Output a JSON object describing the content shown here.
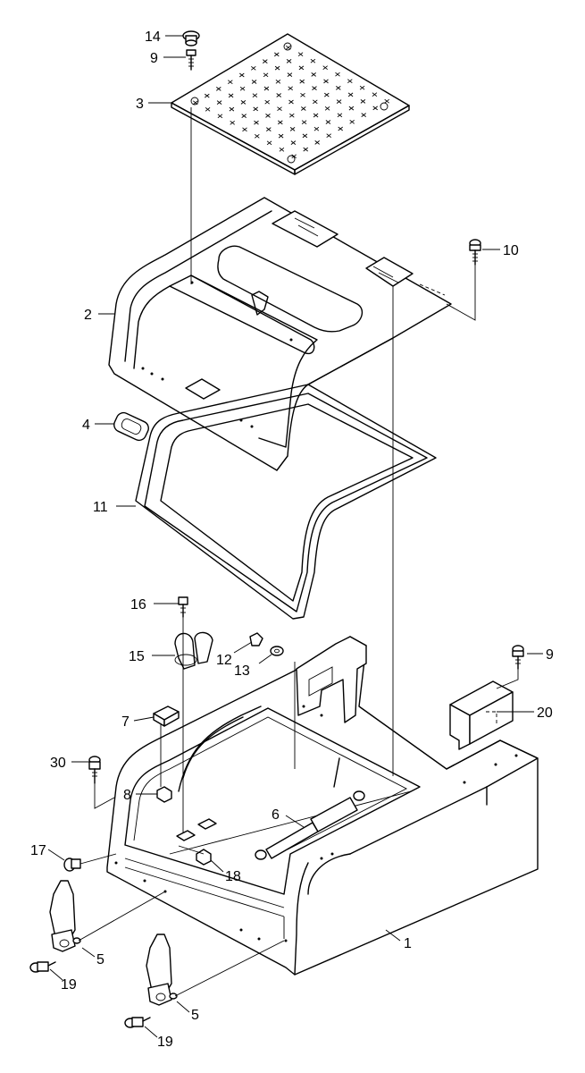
{
  "callouts": [
    {
      "id": "c14",
      "text": "14"
    },
    {
      "id": "c9a",
      "text": "9"
    },
    {
      "id": "c3",
      "text": "3"
    },
    {
      "id": "c10",
      "text": "10"
    },
    {
      "id": "c2",
      "text": "2"
    },
    {
      "id": "c4",
      "text": "4"
    },
    {
      "id": "c11",
      "text": "11"
    },
    {
      "id": "c16",
      "text": "16"
    },
    {
      "id": "c15",
      "text": "15"
    },
    {
      "id": "c12",
      "text": "12"
    },
    {
      "id": "c13",
      "text": "13"
    },
    {
      "id": "c9b",
      "text": "9"
    },
    {
      "id": "c7",
      "text": "7"
    },
    {
      "id": "c20",
      "text": "20"
    },
    {
      "id": "c30",
      "text": "30"
    },
    {
      "id": "c8",
      "text": "8"
    },
    {
      "id": "c6",
      "text": "6"
    },
    {
      "id": "c17",
      "text": "17"
    },
    {
      "id": "c18",
      "text": "18"
    },
    {
      "id": "c1",
      "text": "1"
    },
    {
      "id": "c5a",
      "text": "5"
    },
    {
      "id": "c19a",
      "text": "19"
    },
    {
      "id": "c5b",
      "text": "5"
    },
    {
      "id": "c19b",
      "text": "19"
    }
  ]
}
